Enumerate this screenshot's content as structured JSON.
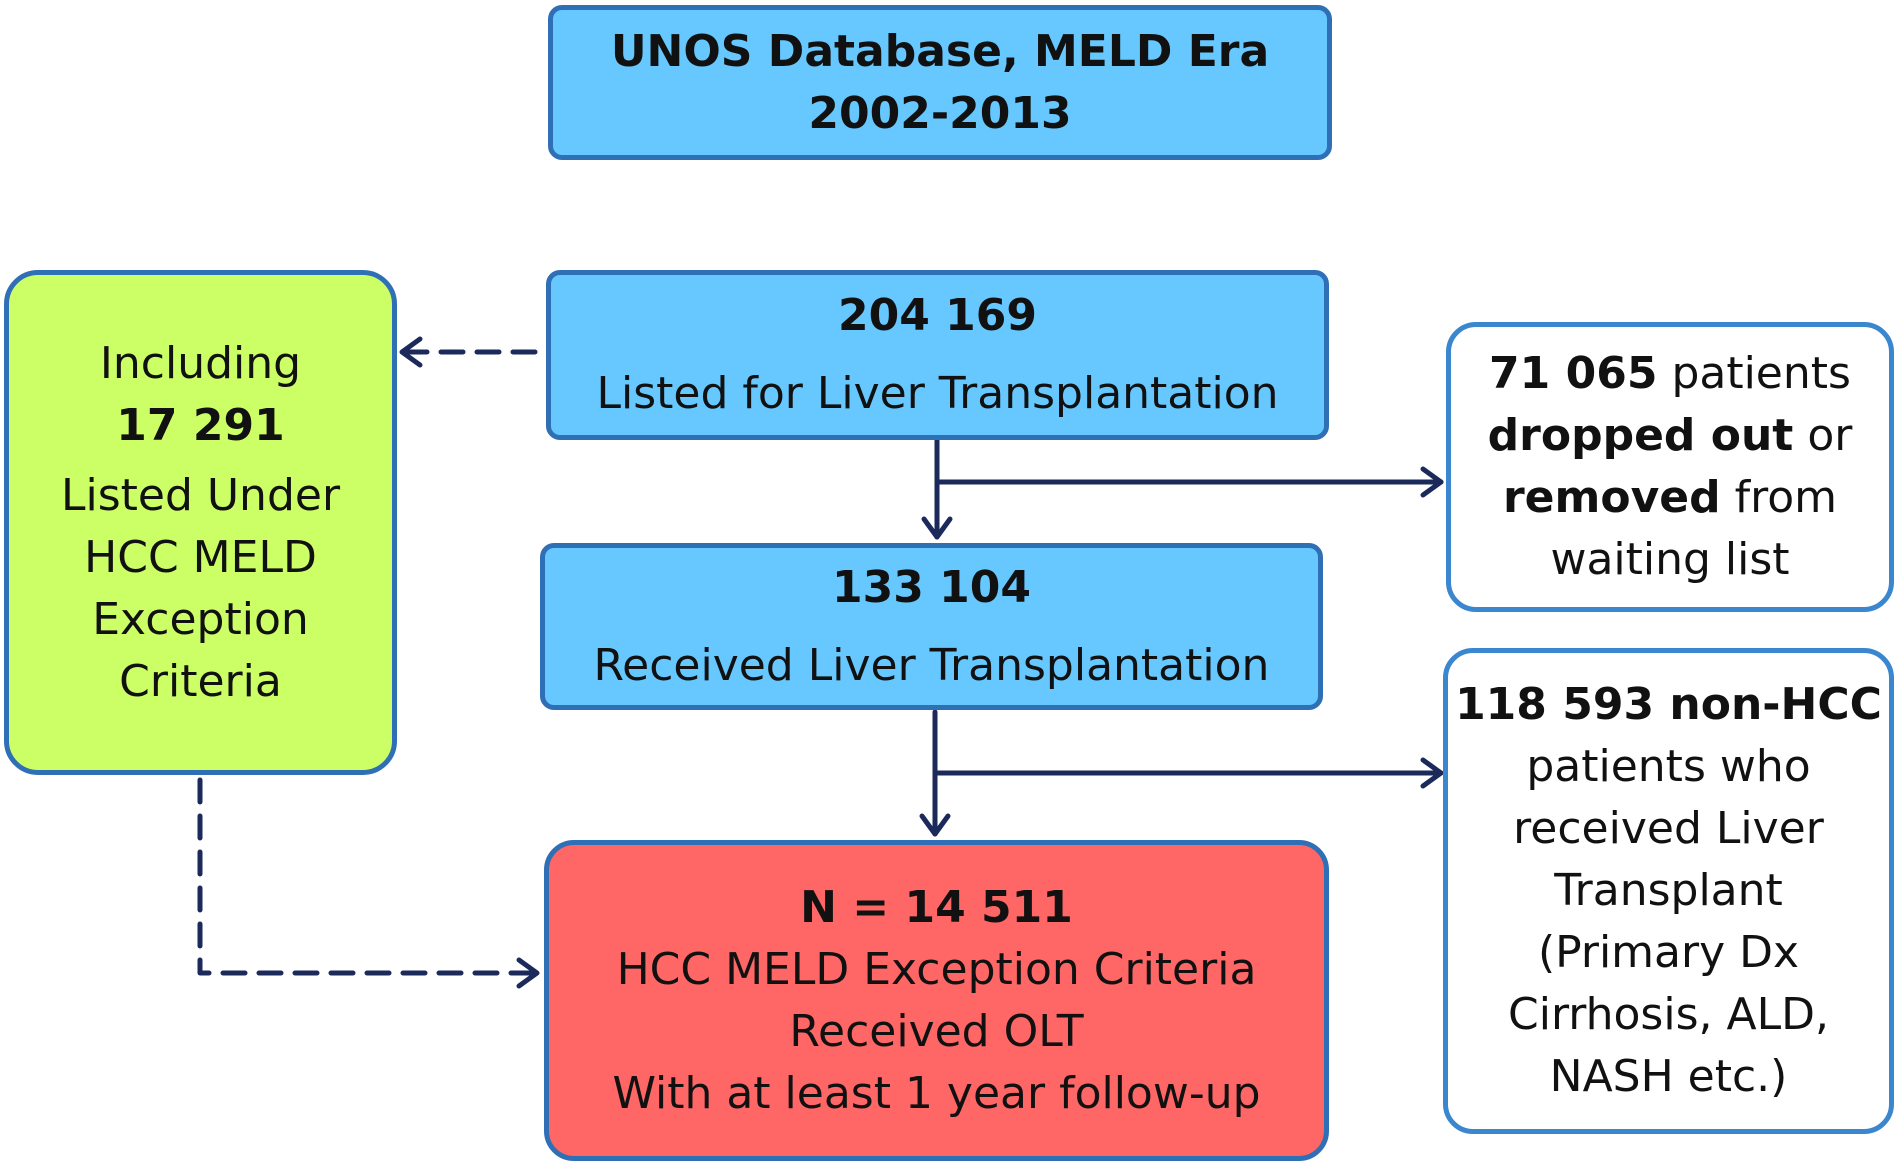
{
  "source_box": {
    "line1": "UNOS Database, MELD Era",
    "line2": "2002-2013"
  },
  "listed_box": {
    "count": "204 169",
    "label": "Listed for Liver Transplantation"
  },
  "received_box": {
    "count": "133 104",
    "label": "Received Liver Transplantation"
  },
  "final_box": {
    "count": "N = 14 511",
    "line1": "HCC MELD Exception Criteria",
    "line2": "Received OLT",
    "line3": "With at least 1 year follow-up"
  },
  "hcc_box": {
    "prefix": "Including",
    "count": "17 291",
    "line1": "Listed Under",
    "line2": "HCC MELD",
    "line3": "Exception",
    "line4": "Criteria"
  },
  "dropout_box": {
    "count": "71 065",
    "t1": " patients",
    "t2": "dropped out",
    "t3": " or",
    "t4": "removed",
    "t5": " from",
    "t6": "waiting list"
  },
  "nonhcc_box": {
    "count": "118 593 non-HCC",
    "line1": "patients who",
    "line2": "received Liver",
    "line3": "Transplant",
    "line4": "(Primary Dx",
    "line5": "Cirrhosis, ALD,",
    "line6": "NASH etc.)"
  },
  "colors": {
    "blue_fill": "#66c8ff",
    "green_fill": "#ccff66",
    "red_fill": "#ff6666",
    "border": "#2f6fb6",
    "arrow": "#1b2a5a"
  }
}
